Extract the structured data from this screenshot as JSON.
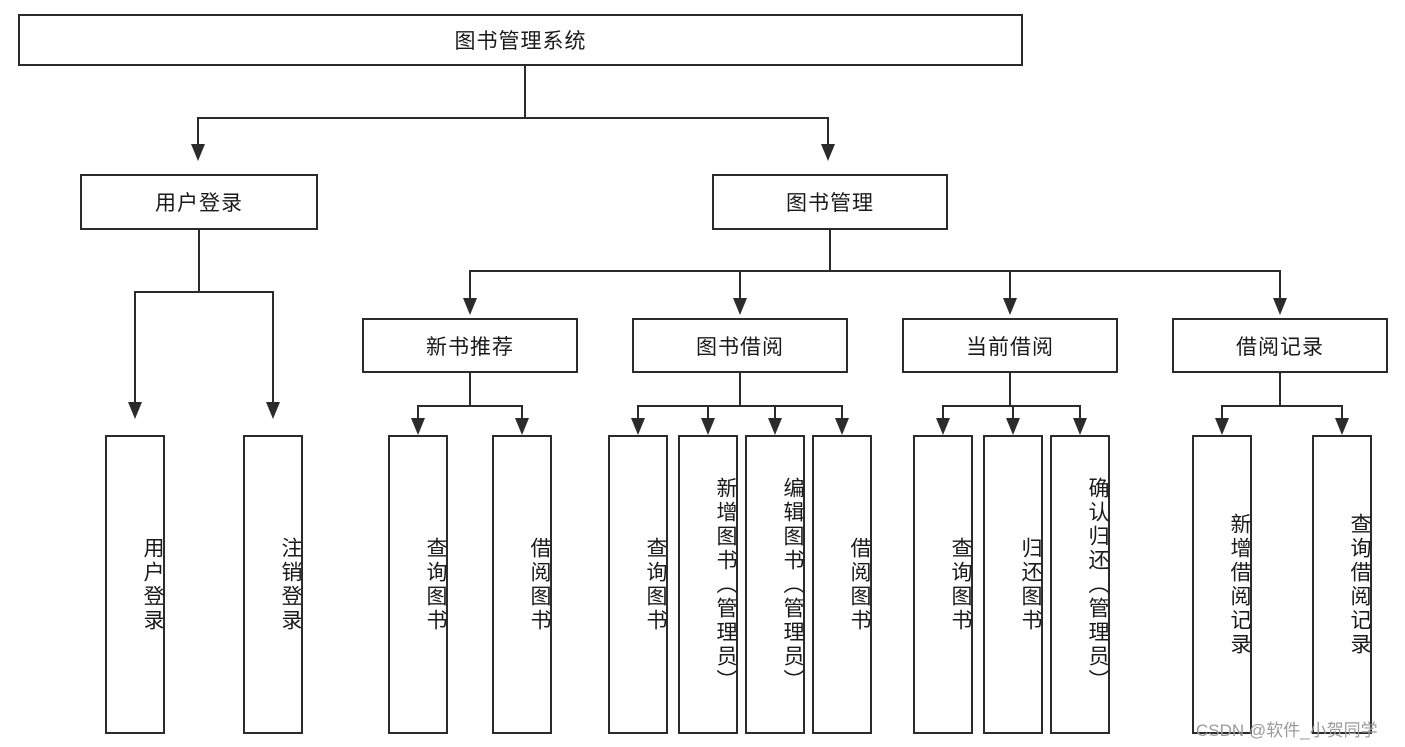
{
  "diagram": {
    "title": "图书管理系统",
    "type": "hierarchy-tree",
    "levels": [
      {
        "level": 0,
        "nodes": [
          {
            "id": "root",
            "label": "图书管理系统",
            "orientation": "horizontal"
          }
        ]
      },
      {
        "level": 1,
        "nodes": [
          {
            "id": "login",
            "label": "用户登录",
            "orientation": "horizontal",
            "parent": "root"
          },
          {
            "id": "bookmgmt",
            "label": "图书管理",
            "orientation": "horizontal",
            "parent": "root"
          }
        ]
      },
      {
        "level": 2,
        "nodes": [
          {
            "id": "newbook",
            "label": "新书推荐",
            "orientation": "horizontal",
            "parent": "bookmgmt"
          },
          {
            "id": "borrow",
            "label": "图书借阅",
            "orientation": "horizontal",
            "parent": "bookmgmt"
          },
          {
            "id": "current",
            "label": "当前借阅",
            "orientation": "horizontal",
            "parent": "bookmgmt"
          },
          {
            "id": "records",
            "label": "借阅记录",
            "orientation": "horizontal",
            "parent": "bookmgmt"
          }
        ]
      },
      {
        "level": 3,
        "nodes": [
          {
            "id": "leaf-user-login",
            "label": "用户登录",
            "orientation": "vertical",
            "parent": "login"
          },
          {
            "id": "leaf-logout",
            "label": "注销登录",
            "orientation": "vertical",
            "parent": "login"
          },
          {
            "id": "leaf-query-book-1",
            "label": "查询图书",
            "orientation": "vertical",
            "parent": "newbook"
          },
          {
            "id": "leaf-borrow-book-1",
            "label": "借阅图书",
            "orientation": "vertical",
            "parent": "newbook"
          },
          {
            "id": "leaf-query-book-2",
            "label": "查询图书",
            "orientation": "vertical",
            "parent": "borrow"
          },
          {
            "id": "leaf-add-book",
            "label": "新增图书（管理员）",
            "orientation": "vertical",
            "parent": "borrow"
          },
          {
            "id": "leaf-edit-book",
            "label": "编辑图书（管理员）",
            "orientation": "vertical",
            "parent": "borrow"
          },
          {
            "id": "leaf-borrow-book-2",
            "label": "借阅图书",
            "orientation": "vertical",
            "parent": "borrow"
          },
          {
            "id": "leaf-query-book-3",
            "label": "查询图书",
            "orientation": "vertical",
            "parent": "current"
          },
          {
            "id": "leaf-return-book",
            "label": "归还图书",
            "orientation": "vertical",
            "parent": "current"
          },
          {
            "id": "leaf-confirm-return",
            "label": "确认归还（管理员）",
            "orientation": "vertical",
            "parent": "current"
          },
          {
            "id": "leaf-add-record",
            "label": "新增借阅记录",
            "orientation": "vertical",
            "parent": "records"
          },
          {
            "id": "leaf-query-record",
            "label": "查询借阅记录",
            "orientation": "vertical",
            "parent": "records"
          }
        ]
      }
    ]
  },
  "watermark": {
    "text": "CSDN @软件_小贺同学"
  },
  "colors": {
    "stroke": "#2b2b2b",
    "background": "#ffffff",
    "text": "#1a1a1a",
    "watermark": "#9a9a9a"
  }
}
